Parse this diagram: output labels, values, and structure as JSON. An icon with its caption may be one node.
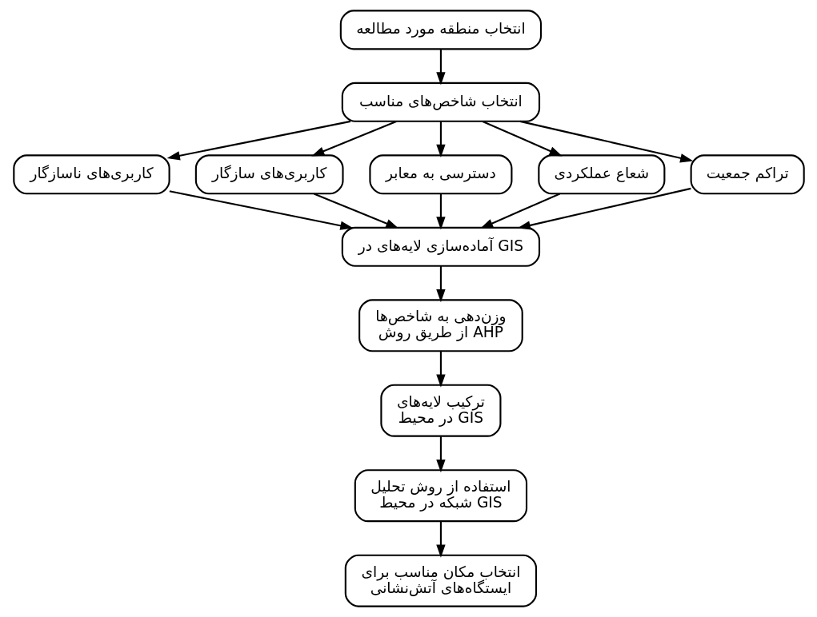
{
  "diagram": {
    "nodes": [
      {
        "text": [
          "انتخاب منطقه مورد مطالعه"
        ]
      },
      {
        "text": [
          "انتخاب شاخص‌های مناسب"
        ]
      },
      {
        "text": [
          "کاربری‌های ناسازگار"
        ]
      },
      {
        "text": [
          "کاربری‌های سازگار"
        ]
      },
      {
        "text": [
          "دسترسی به معابر"
        ]
      },
      {
        "text": [
          "شعاع عملکردی"
        ]
      },
      {
        "text": [
          "تراکم جمعیت"
        ]
      },
      {
        "text": [
          "آماده‌سازی لایه‌های در GIS"
        ]
      },
      {
        "text": [
          "وزن‌دهی به شاخص‌ها از طریق روش AHP"
        ]
      },
      {
        "text": [
          "ترکیب لایه‌های در محیط GIS"
        ]
      },
      {
        "text": [
          "استفاده از روش تحلیل شبکه در محیط GIS"
        ]
      },
      {
        "text": [
          "انتخاب مکان مناسب برای ایستگاه‌های آتش‌نشانی"
        ]
      }
    ],
    "edges": [
      {
        "from": 0,
        "to": 1,
        "arrow": "to"
      },
      {
        "from": 1,
        "to": 2,
        "arrow": "to"
      },
      {
        "from": 1,
        "to": 3,
        "arrow": "to"
      },
      {
        "from": 1,
        "to": 4,
        "arrow": "to"
      },
      {
        "from": 1,
        "to": 5,
        "arrow": "to"
      },
      {
        "from": 1,
        "to": 6,
        "arrow": "to"
      },
      {
        "from": 2,
        "to": 7,
        "arrow": "to"
      },
      {
        "from": 3,
        "to": 7,
        "arrow": "to"
      },
      {
        "from": 4,
        "to": 7,
        "arrow": "to"
      },
      {
        "from": 5,
        "to": 7,
        "arrow": "to"
      },
      {
        "from": 6,
        "to": 7,
        "arrow": "to"
      },
      {
        "from": 7,
        "to": 8,
        "arrow": "to"
      },
      {
        "from": 8,
        "to": 9,
        "arrow": "to"
      },
      {
        "from": 9,
        "to": 10,
        "arrow": "to"
      },
      {
        "from": 10,
        "to": 11,
        "arrow": "to"
      }
    ]
  }
}
